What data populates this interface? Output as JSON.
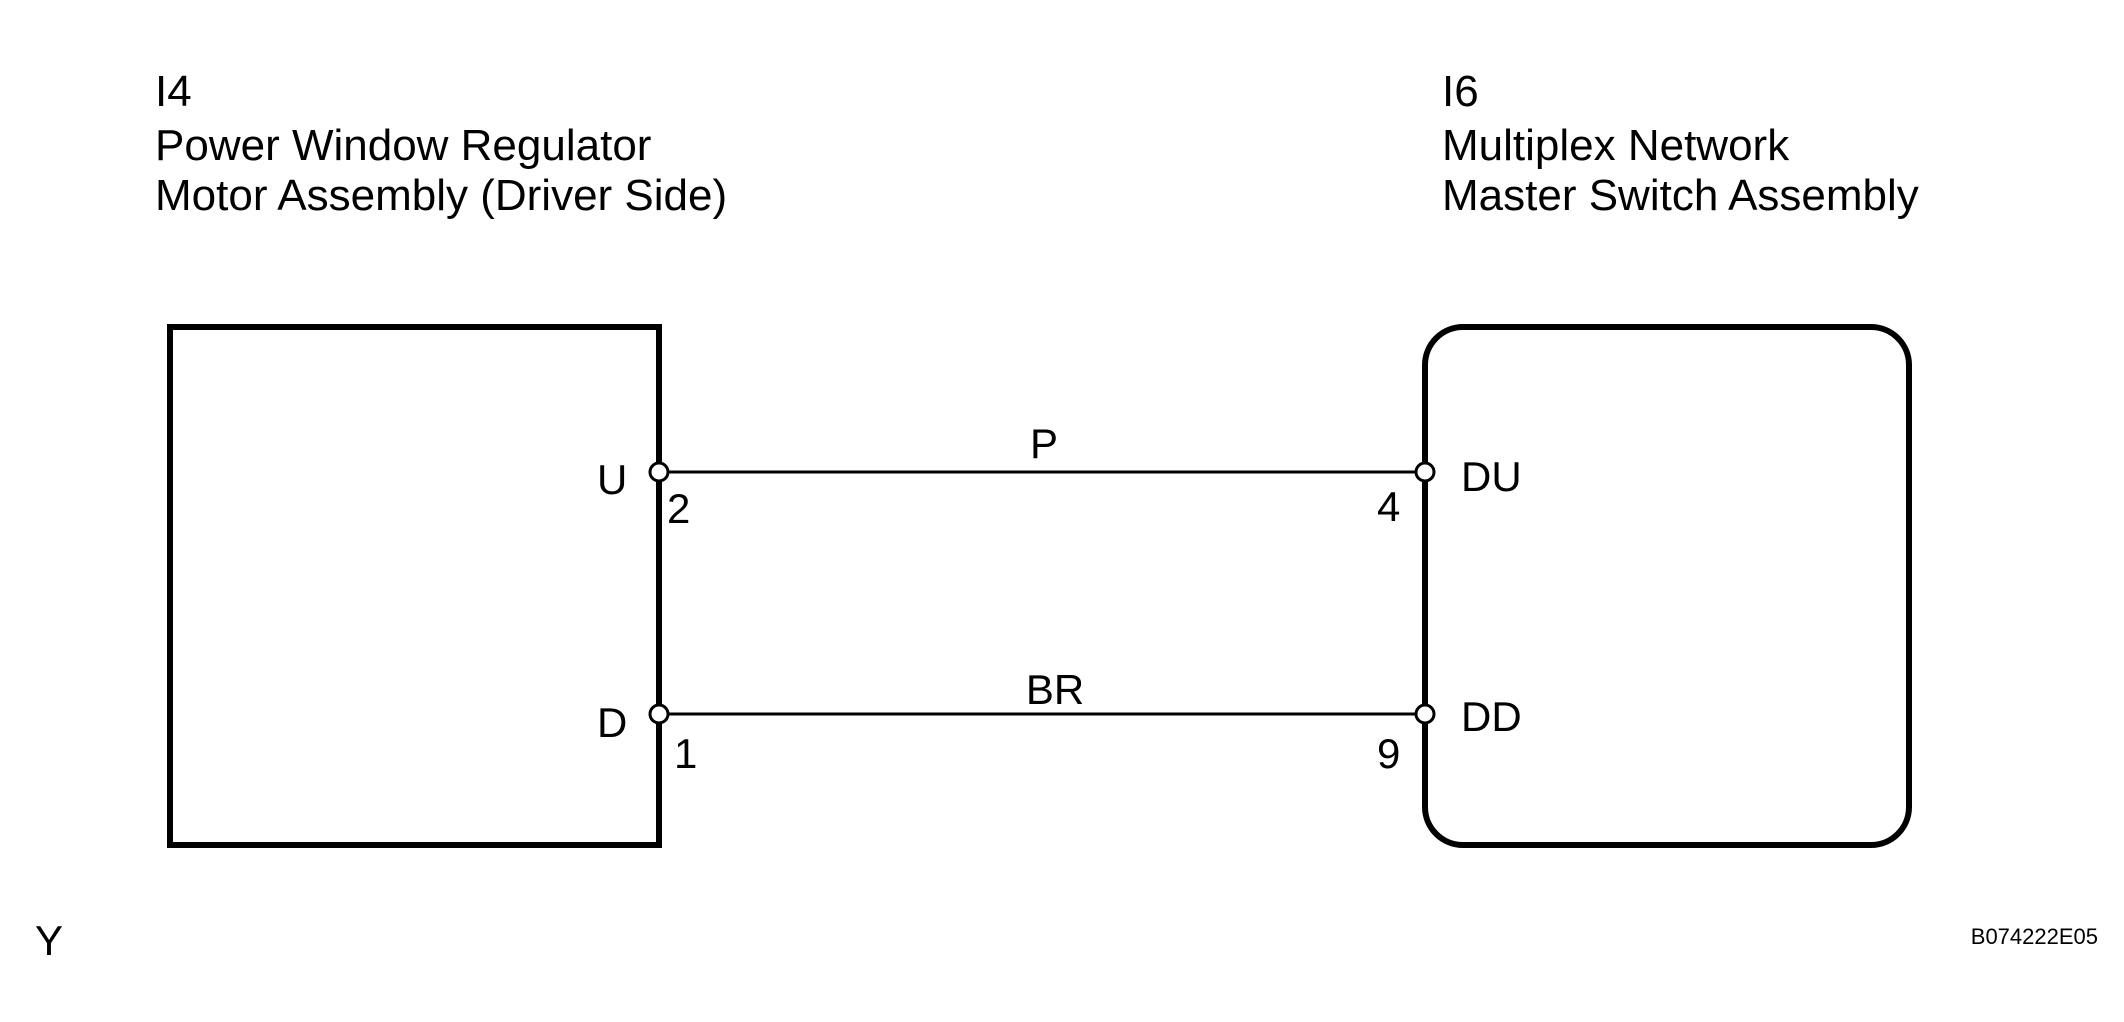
{
  "left_component": {
    "code": "I4",
    "name_line1": "Power Window Regulator",
    "name_line2": "Motor Assembly (Driver Side)"
  },
  "right_component": {
    "code": "I6",
    "name_line1": "Multiplex Network",
    "name_line2": "Master Switch Assembly"
  },
  "connections": [
    {
      "wire_color": "P",
      "left_terminal": "U",
      "left_pin": "2",
      "right_terminal": "DU",
      "right_pin": "4"
    },
    {
      "wire_color": "BR",
      "left_terminal": "D",
      "left_pin": "1",
      "right_terminal": "DD",
      "right_pin": "9"
    }
  ],
  "footer": {
    "corner_mark": "Y",
    "figure_id": "B074222E05"
  }
}
